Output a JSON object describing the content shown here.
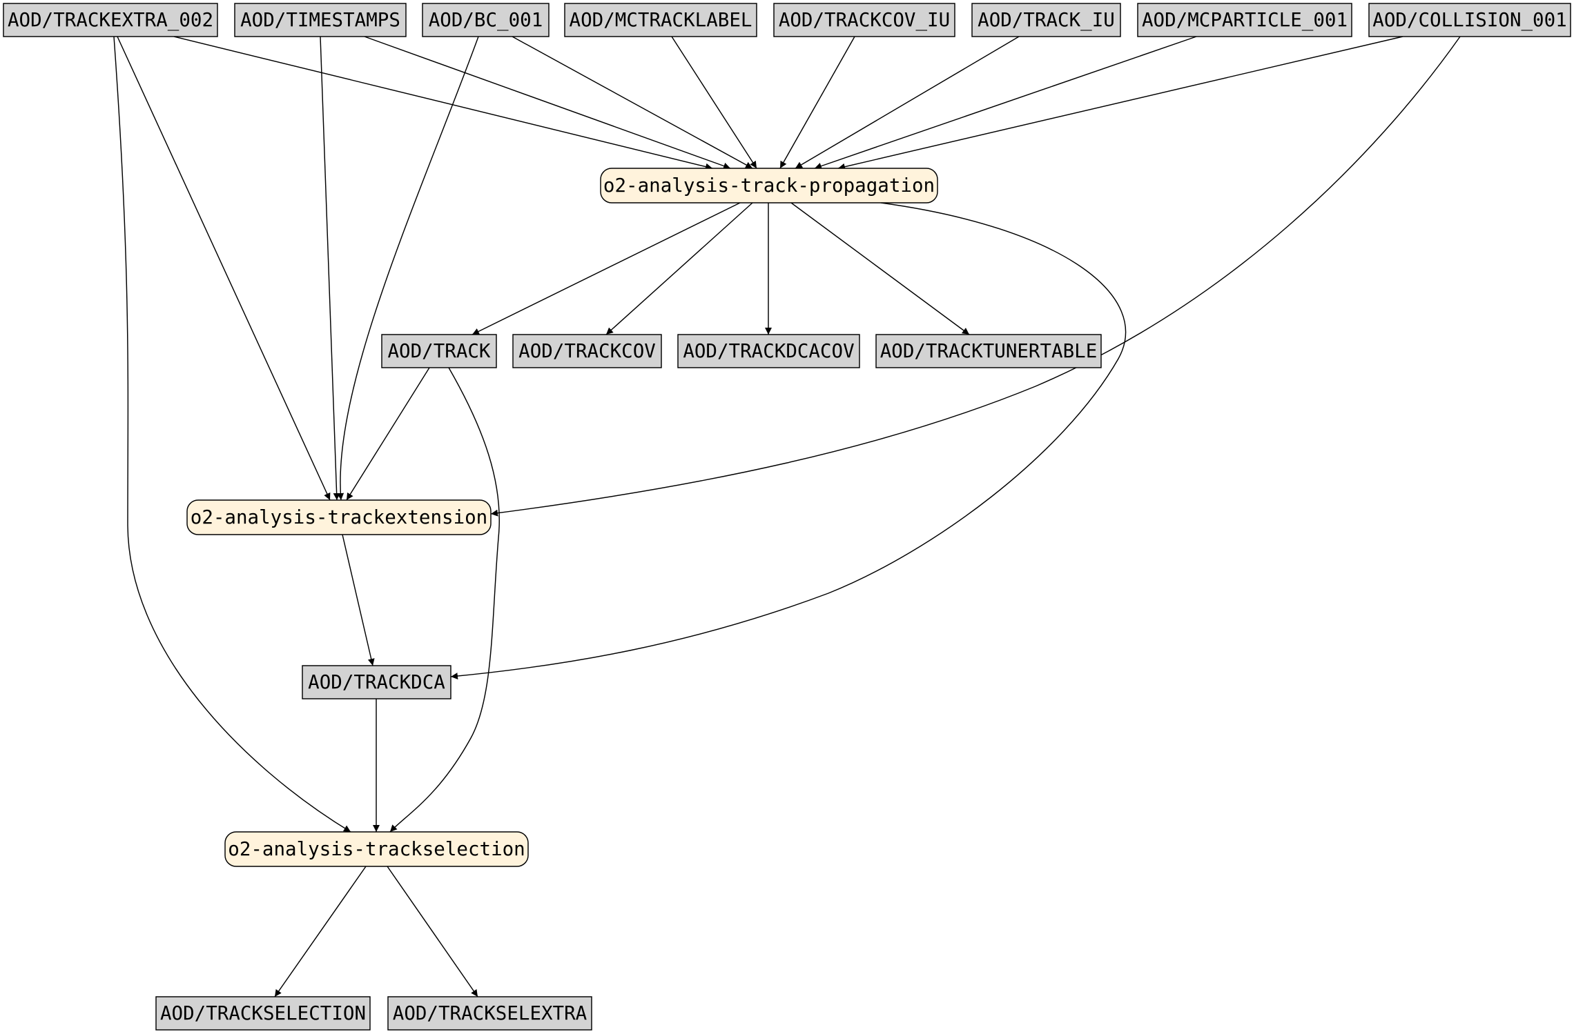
{
  "colors": {
    "table_fill": "#d3d3d3",
    "task_fill": "#fff3dc",
    "stroke": "#000000",
    "background": "#ffffff"
  },
  "nodes": [
    {
      "id": "trackextra",
      "label": "AOD/TRACKEXTRA_002",
      "kind": "table"
    },
    {
      "id": "timestamps",
      "label": "AOD/TIMESTAMPS",
      "kind": "table"
    },
    {
      "id": "bc",
      "label": "AOD/BC_001",
      "kind": "table"
    },
    {
      "id": "mctracklabel",
      "label": "AOD/MCTRACKLABEL",
      "kind": "table"
    },
    {
      "id": "trackcov_iu",
      "label": "AOD/TRACKCOV_IU",
      "kind": "table"
    },
    {
      "id": "track_iu",
      "label": "AOD/TRACK_IU",
      "kind": "table"
    },
    {
      "id": "mcparticle",
      "label": "AOD/MCPARTICLE_001",
      "kind": "table"
    },
    {
      "id": "collision",
      "label": "AOD/COLLISION_001",
      "kind": "table"
    },
    {
      "id": "propagation",
      "label": "o2-analysis-track-propagation",
      "kind": "task"
    },
    {
      "id": "track",
      "label": "AOD/TRACK",
      "kind": "table"
    },
    {
      "id": "trackcov",
      "label": "AOD/TRACKCOV",
      "kind": "table"
    },
    {
      "id": "trackdcacov",
      "label": "AOD/TRACKDCACOV",
      "kind": "table"
    },
    {
      "id": "tracktunertable",
      "label": "AOD/TRACKTUNERTABLE",
      "kind": "table"
    },
    {
      "id": "trackextension",
      "label": "o2-analysis-trackextension",
      "kind": "task"
    },
    {
      "id": "trackdca",
      "label": "AOD/TRACKDCA",
      "kind": "table"
    },
    {
      "id": "trackselection_task",
      "label": "o2-analysis-trackselection",
      "kind": "task"
    },
    {
      "id": "trackselection",
      "label": "AOD/TRACKSELECTION",
      "kind": "table"
    },
    {
      "id": "trackselextra",
      "label": "AOD/TRACKSELEXTRA",
      "kind": "table"
    }
  ],
  "edges": [
    {
      "from": "trackextra",
      "to": "propagation"
    },
    {
      "from": "timestamps",
      "to": "propagation"
    },
    {
      "from": "bc",
      "to": "propagation"
    },
    {
      "from": "mctracklabel",
      "to": "propagation"
    },
    {
      "from": "trackcov_iu",
      "to": "propagation"
    },
    {
      "from": "track_iu",
      "to": "propagation"
    },
    {
      "from": "mcparticle",
      "to": "propagation"
    },
    {
      "from": "collision",
      "to": "propagation"
    },
    {
      "from": "propagation",
      "to": "track"
    },
    {
      "from": "propagation",
      "to": "trackcov"
    },
    {
      "from": "propagation",
      "to": "trackdcacov"
    },
    {
      "from": "propagation",
      "to": "tracktunertable"
    },
    {
      "from": "propagation",
      "to": "trackdca"
    },
    {
      "from": "trackextra",
      "to": "trackextension"
    },
    {
      "from": "timestamps",
      "to": "trackextension"
    },
    {
      "from": "bc",
      "to": "trackextension"
    },
    {
      "from": "track",
      "to": "trackextension"
    },
    {
      "from": "collision",
      "to": "trackextension"
    },
    {
      "from": "trackextension",
      "to": "trackdca"
    },
    {
      "from": "trackextra",
      "to": "trackselection_task"
    },
    {
      "from": "track",
      "to": "trackselection_task"
    },
    {
      "from": "trackdca",
      "to": "trackselection_task"
    },
    {
      "from": "trackselection_task",
      "to": "trackselection"
    },
    {
      "from": "trackselection_task",
      "to": "trackselextra"
    }
  ]
}
